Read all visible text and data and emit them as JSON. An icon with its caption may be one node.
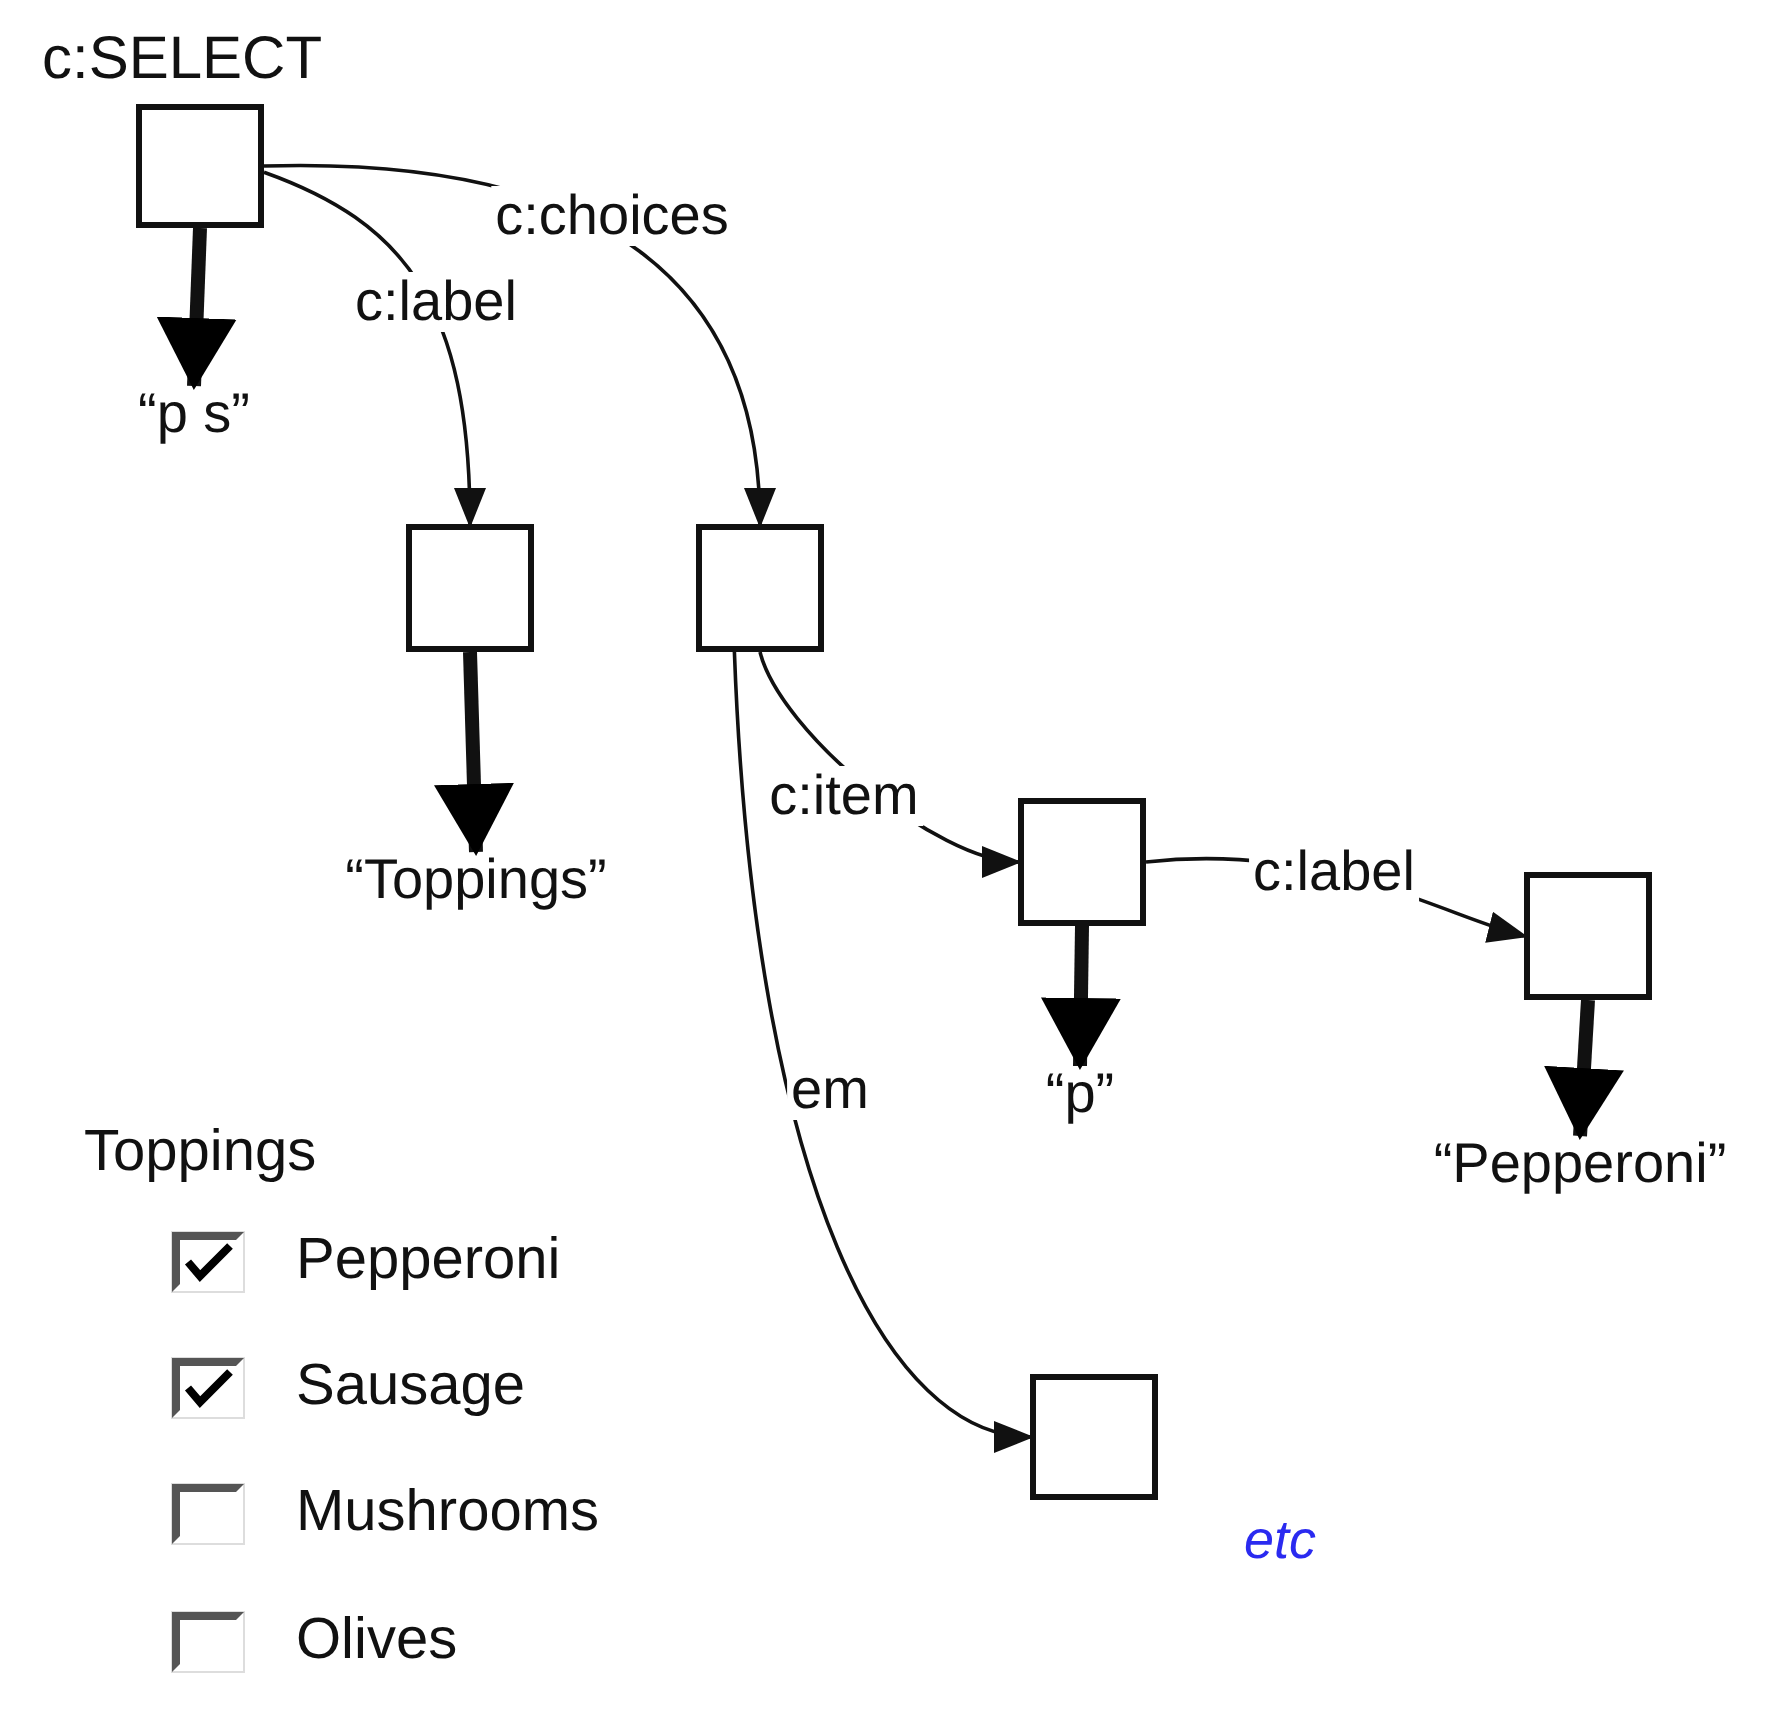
{
  "diagram": {
    "nodes": [
      {
        "text": [
          "c:SELECT"
        ]
      },
      {
        "text": [
          "“p s”"
        ]
      },
      {
        "text": [],
        "shape": "box"
      },
      {
        "text": [],
        "shape": "box"
      },
      {
        "text": [
          "“Toppings”"
        ]
      },
      {
        "text": [],
        "shape": "box"
      },
      {
        "text": [],
        "shape": "box"
      },
      {
        "text": [
          "“p”"
        ]
      },
      {
        "text": [
          "“Pepperoni”"
        ]
      },
      {
        "text": [],
        "shape": "box",
        "beside": [
          "etc"
        ]
      }
    ],
    "edges": [
      {
        "from": 0,
        "to": 1,
        "arrow": "to",
        "style": "thick"
      },
      {
        "from": 0,
        "to": 2,
        "arrow": "to",
        "label": "c:label"
      },
      {
        "from": 0,
        "to": 3,
        "arrow": "to",
        "label": "c:choices"
      },
      {
        "from": 2,
        "to": 4,
        "arrow": "to",
        "style": "thick"
      },
      {
        "from": 3,
        "to": 5,
        "arrow": "to",
        "label": "c:item"
      },
      {
        "from": 3,
        "to": 9,
        "arrow": "to",
        "label": "em"
      },
      {
        "from": 5,
        "to": 7,
        "arrow": "to",
        "style": "thick"
      },
      {
        "from": 5,
        "to": 6,
        "arrow": "to",
        "label": "c:label"
      },
      {
        "from": 6,
        "to": 8,
        "arrow": "to",
        "style": "thick"
      }
    ],
    "labels": [
      "Toppings",
      "Pepperoni",
      "Sausage",
      "Mushrooms",
      "Olives"
    ]
  }
}
